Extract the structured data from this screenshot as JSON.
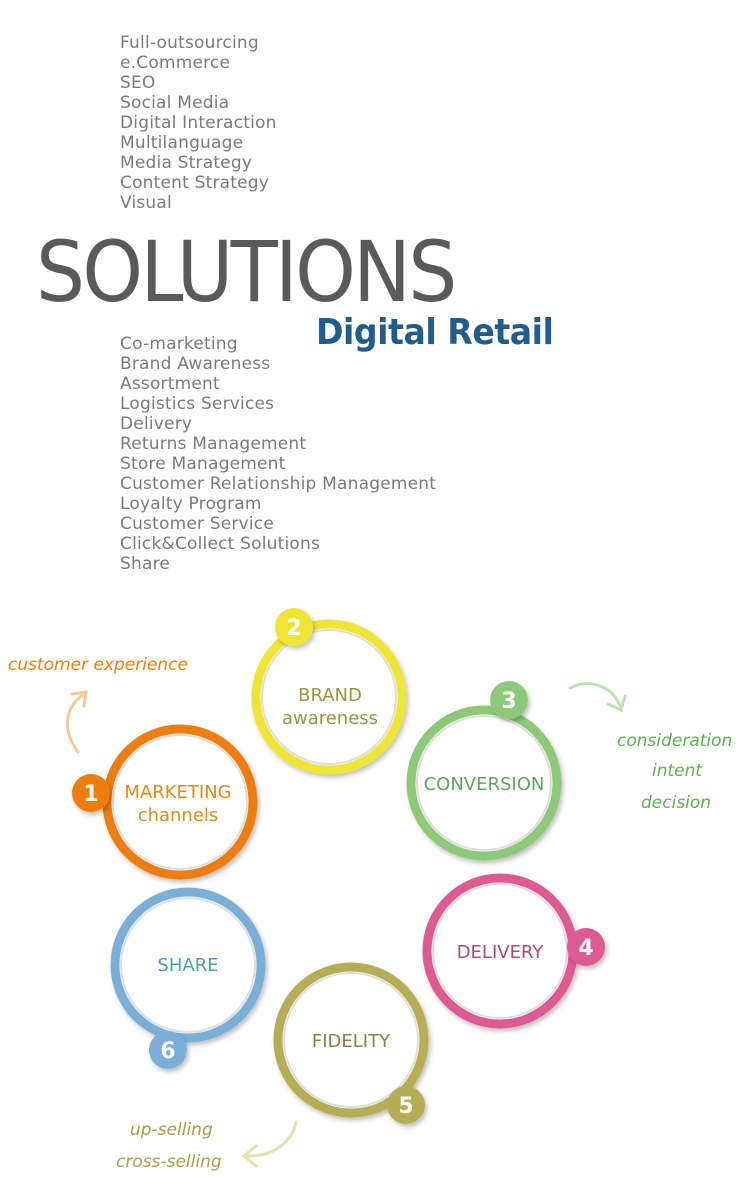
{
  "services_top": [
    "Full-outsourcing",
    "e.Commerce",
    "SEO",
    "Social Media",
    "Digital Interaction",
    "Multilanguage",
    "Media Strategy",
    "Content Strategy",
    "Visual"
  ],
  "title": "SOLUTIONS",
  "subtitle": "Digital Retail",
  "services_bottom": [
    "Co-marketing",
    "Brand Awareness",
    "Assortment",
    "Logistics Services",
    "Delivery",
    "Returns Management",
    "Store Management",
    "Customer Relationship Management",
    "Loyalty Program",
    "Customer Service",
    "Click&Collect Solutions",
    "Share"
  ],
  "cycle": {
    "stages": [
      {
        "number": "1",
        "line1": "MARKETING",
        "line2": "channels",
        "color": "#ef7d10",
        "text_color": "#e48a1c"
      },
      {
        "number": "2",
        "line1": "BRAND",
        "line2": "awareness",
        "color": "#eee535",
        "text_color": "#9a9640"
      },
      {
        "number": "3",
        "line1": "CONVERSION",
        "line2": "",
        "color": "#8ec97a",
        "text_color": "#5fa65a"
      },
      {
        "number": "4",
        "line1": "DELIVERY",
        "line2": "",
        "color": "#dd5a93",
        "text_color": "#b04a6c"
      },
      {
        "number": "5",
        "line1": "FIDELITY",
        "line2": "",
        "color": "#b6ae55",
        "text_color": "#8a8247"
      },
      {
        "number": "6",
        "line1": "SHARE",
        "line2": "",
        "color": "#7aafd8",
        "text_color": "#4d9eb0"
      }
    ],
    "notes": {
      "customer_experience": "customer experience",
      "consideration": "consideration",
      "intent": "intent",
      "decision": "decision",
      "up_selling": "up-selling",
      "cross_selling": "cross-selling"
    }
  }
}
